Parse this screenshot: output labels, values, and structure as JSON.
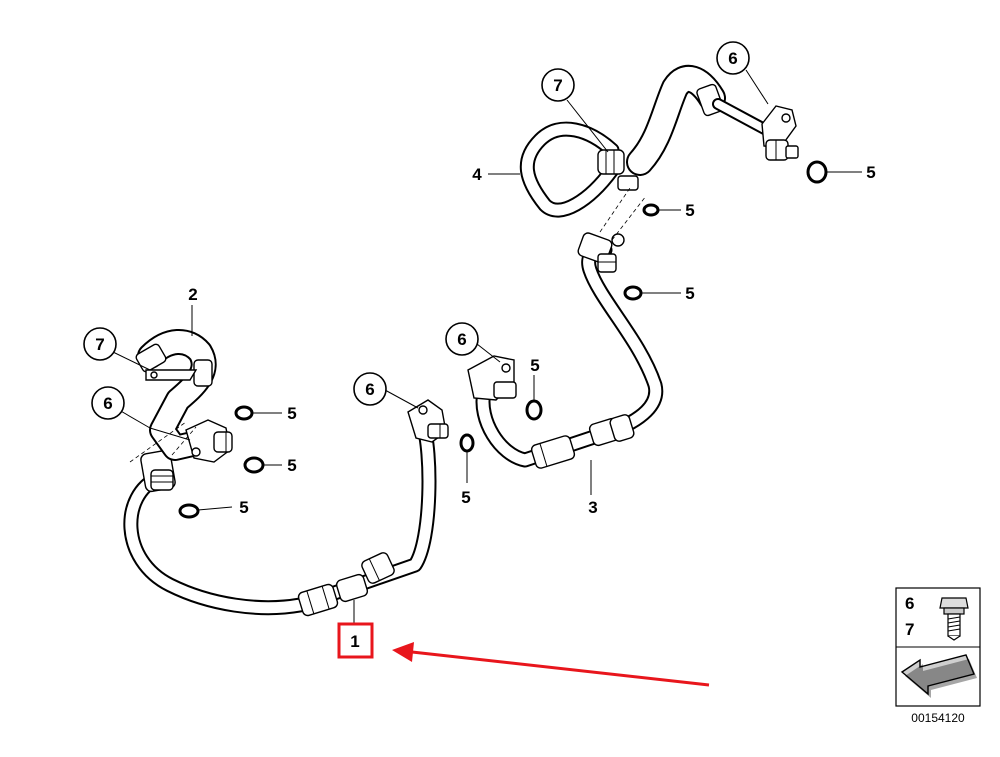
{
  "labels": {
    "part1": "1",
    "part2": "2",
    "part3": "3",
    "part4": "4",
    "part5": "5",
    "part6": "6",
    "part7": "7"
  },
  "legend": {
    "item_a": "6",
    "item_b": "7",
    "screw_icon": "screw-icon",
    "arrow_icon": "arrow-icon"
  },
  "reference_number": "00154120",
  "colors": {
    "highlight": "#e8161c",
    "ink": "#000000",
    "legend_fill": "#cfcfcf"
  }
}
